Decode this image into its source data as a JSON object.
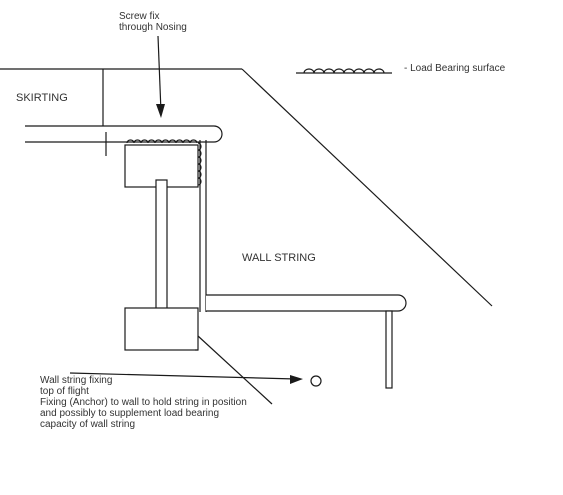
{
  "labels": {
    "screw_fix_line1": "Screw fix",
    "screw_fix_line2": "through Nosing",
    "skirting": "SKIRTING",
    "load_bearing": "- Load Bearing surface",
    "wall_string": "WALL STRING",
    "anchor_note": [
      "Wall string fixing",
      "top of flight",
      "Fixing (Anchor) to wall to hold string in position",
      "and possibly to supplement load bearing",
      "capacity of wall string"
    ]
  },
  "colors": {
    "line": "#1a1a1a",
    "text": "#333333",
    "background": "#ffffff"
  }
}
